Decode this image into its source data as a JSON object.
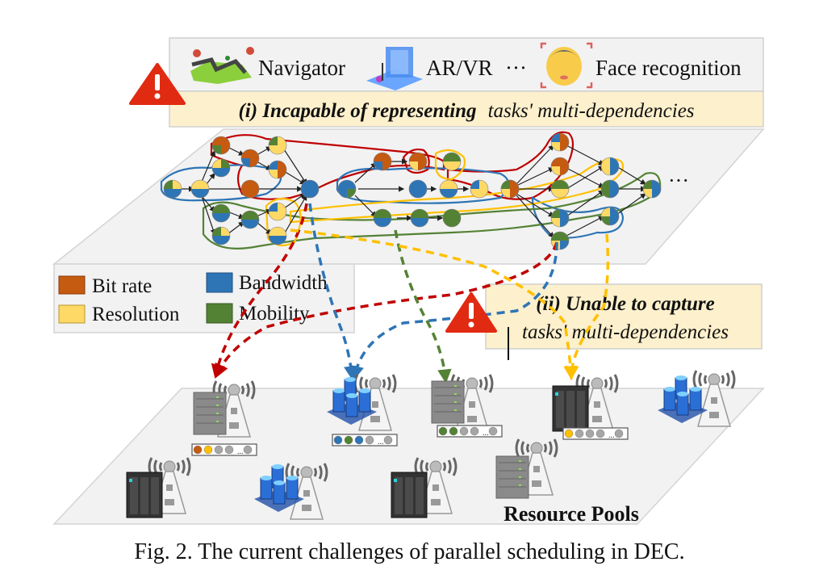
{
  "figure": {
    "apps_bar": {
      "items": [
        {
          "icon": "map-navigation-icon",
          "label": "Navigator"
        },
        {
          "icon": "ar-vr-icon",
          "label": "AR/VR"
        },
        {
          "icon": "ellipsis",
          "label": "···"
        },
        {
          "icon": "face-recognition-icon",
          "label": "Face recognition"
        }
      ]
    },
    "challenge_1": {
      "bold": "(i) Incapable of representing",
      "italic": "tasks' multi-dependencies",
      "icon": "warning-icon"
    },
    "challenge_2": {
      "line1": "(ii) Unable to capture",
      "line2": "tasks' multi-dependencies",
      "icon": "warning-icon"
    },
    "task_graph": {
      "continuation": "···"
    },
    "legend": {
      "items": [
        {
          "label": "Bit rate",
          "color": "#c55a11"
        },
        {
          "label": "Bandwidth",
          "color": "#2e75b6"
        },
        {
          "label": "Resolution",
          "color": "#ffd966"
        },
        {
          "label": "Mobility",
          "color": "#548235"
        }
      ]
    },
    "resource_pools": {
      "label": "Resource Pools",
      "queues": [
        {
          "slots": [
            "#c55a11",
            "#ffc000",
            "#a6a6a6",
            "#a6a6a6",
            "...",
            "#a6a6a6"
          ]
        },
        {
          "slots": [
            "#2e75b6",
            "#548235",
            "#2e75b6",
            "#a6a6a6",
            "...",
            "#a6a6a6"
          ]
        },
        {
          "slots": [
            "#548235",
            "#548235",
            "#a6a6a6",
            "#a6a6a6",
            "...",
            "#a6a6a6"
          ]
        },
        {
          "slots": [
            "#ffc000",
            "#a6a6a6",
            "#a6a6a6",
            "#a6a6a6",
            "...",
            "#a6a6a6"
          ]
        }
      ]
    },
    "colors": {
      "red": "#c00000",
      "blue": "#2e75b6",
      "yellow": "#ffc000",
      "green": "#548235",
      "orange": "#c55a11",
      "warning": "#e02a12",
      "banner": "#fdf0cc",
      "plane": "#f2f2f2"
    },
    "caption": "Fig. 2.  The current challenges of parallel scheduling in DEC."
  }
}
